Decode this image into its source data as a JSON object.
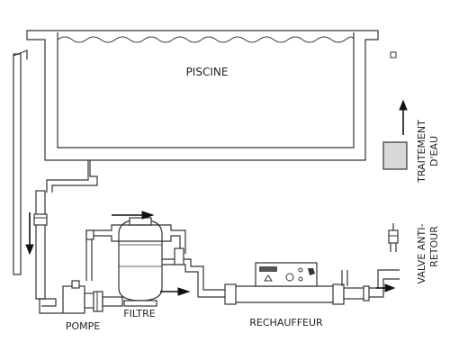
{
  "labels": {
    "pool": "PISCINE",
    "pump": "POMPE",
    "filter": "FILTRE",
    "heater": "RECHAUFFEUR",
    "water_treatment_line1": "TRAITEMENT",
    "water_treatment_line2": "D'EAU",
    "check_valve_line1": "VALVE ANTI-",
    "check_valve_line2": "RETOUR"
  }
}
